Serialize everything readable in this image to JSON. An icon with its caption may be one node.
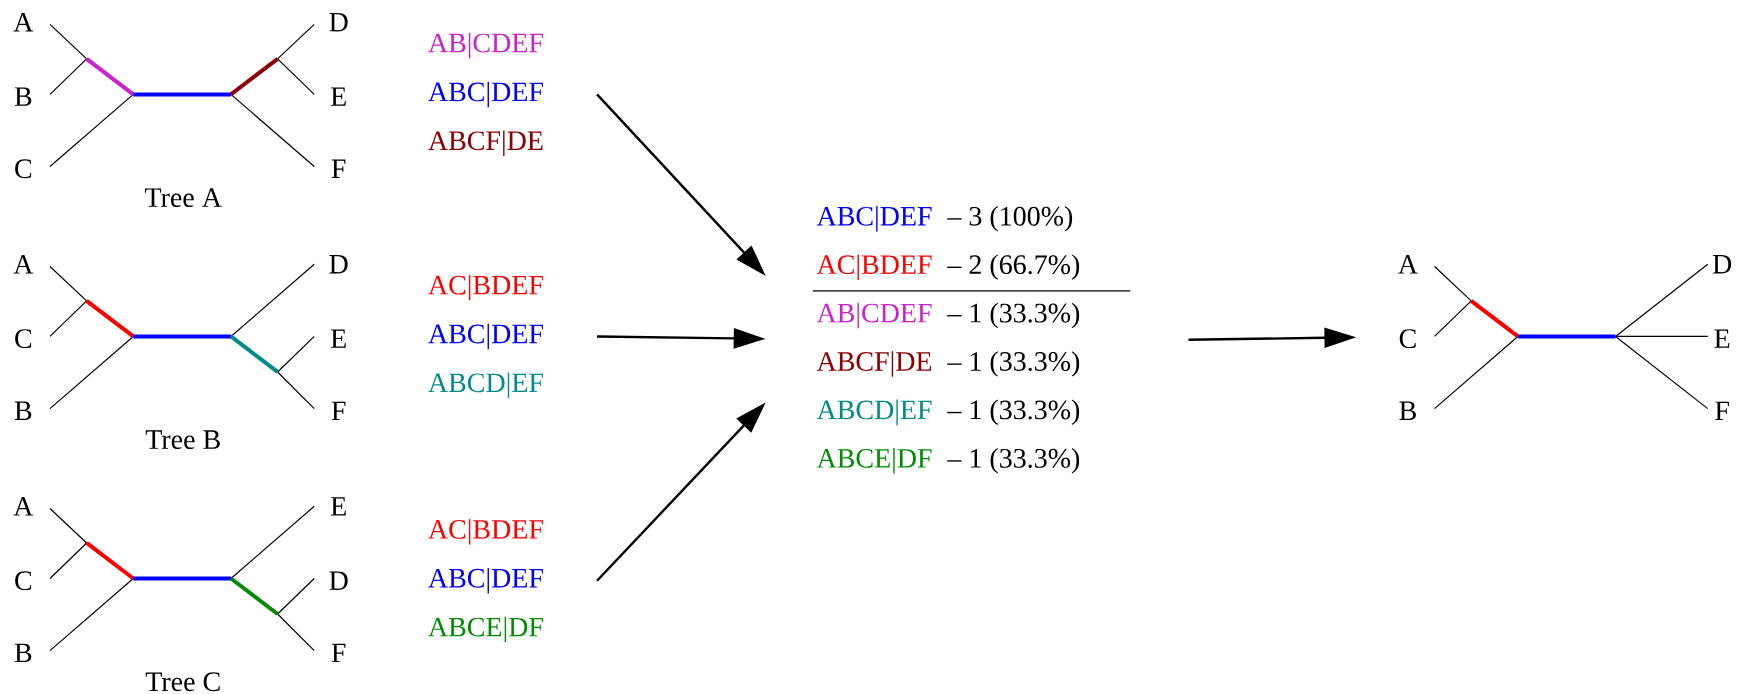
{
  "diagram": {
    "nodes": [
      {
        "text": [
          "A",
          "B",
          "C",
          "D",
          "E",
          "F",
          "Tree A"
        ]
      },
      {
        "text": [
          "A",
          "C",
          "B",
          "D",
          "E",
          "F",
          "Tree B"
        ]
      },
      {
        "text": [
          "A",
          "C",
          "B",
          "E",
          "D",
          "F",
          "Tree C"
        ]
      },
      {
        "text": [
          "AB|CDEF",
          "ABC|DEF",
          "ABCF|DE"
        ]
      },
      {
        "text": [
          "AC|BDEF",
          "ABC|DEF",
          "ABCD|EF"
        ]
      },
      {
        "text": [
          "AC|BDEF",
          "ABC|DEF",
          "ABCE|DF"
        ]
      },
      {
        "text": [
          "ABC|DEF",
          "– 3 (100%)",
          "AC|BDEF",
          "– 2 (66.7%)",
          "AB|CDEF",
          "– 1 (33.3%)",
          "ABCF|DE",
          "– 1 (33.3%)",
          "ABCD|EF",
          "– 1 (33.3%)",
          "ABCE|DF",
          "– 1 (33.3%)"
        ]
      },
      {
        "text": [
          "A",
          "C",
          "B",
          "D",
          "E",
          "F"
        ]
      }
    ],
    "edges": [
      {
        "from": 3,
        "to": 6,
        "arrow": "to"
      },
      {
        "from": 4,
        "to": 6,
        "arrow": "to"
      },
      {
        "from": 5,
        "to": 6,
        "arrow": "to"
      },
      {
        "from": 6,
        "to": 7,
        "arrow": "to"
      }
    ]
  }
}
